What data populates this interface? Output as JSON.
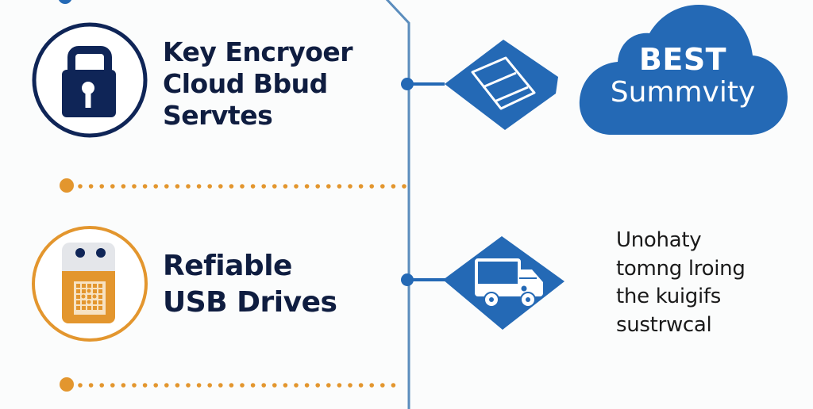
{
  "colors": {
    "navy": "#0f2557",
    "blue": "#2469b5",
    "orange": "#e3962e",
    "background": "#fbfcfc",
    "text_dark": "#0f1d40"
  },
  "items": [
    {
      "icon": "padlock-icon",
      "lines": [
        "Key Encryoer",
        "Cloud Bbud",
        "Servtes"
      ],
      "connector_icon": "document-icon"
    },
    {
      "icon": "usb-drive-icon",
      "lines": [
        "Refiable",
        "USB Drives"
      ],
      "connector_icon": "truck-icon"
    }
  ],
  "cloud": {
    "icon": "cloud-icon",
    "title": "BEST",
    "subtitle": "Summvity"
  },
  "description": {
    "lines": [
      "Unohaty",
      "tomng lroing",
      "the kuigifs",
      "sustrwcal"
    ]
  }
}
